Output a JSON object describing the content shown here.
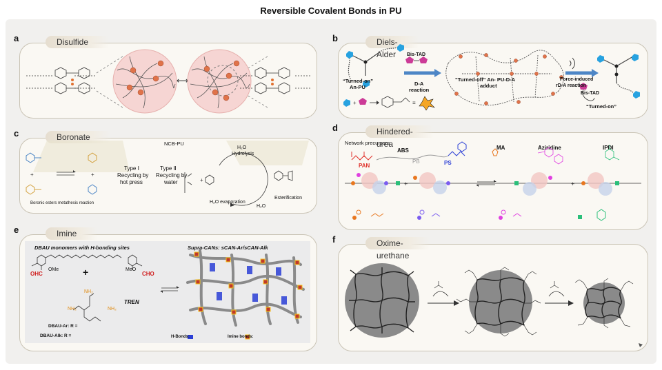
{
  "title": "Reversible Covalent Bonds in PU",
  "panels": {
    "a": {
      "letter": "a",
      "name": "Disulfide"
    },
    "b": {
      "letter": "b",
      "name": "Diels-Alder",
      "turned_on_left": "“Turned-on”",
      "an_pu": "An-PU",
      "bis_tad": "Bis-TAD",
      "da_reaction": "D-A",
      "da_reaction2": "reaction",
      "turned_off": "“Turned-off” An- PU-D-A",
      "adduct": "adduct",
      "force": "Force-induced",
      "rda": "rD-A reaction",
      "bis_tad2": "Bis-TAD",
      "turned_on_right": "“Turned-on”"
    },
    "c": {
      "letter": "c",
      "name": "Boronate",
      "ncb": "NCB-PU",
      "type1": "Type Ⅰ",
      "type1_desc1": "Recycling by",
      "type1_desc2": "hot press",
      "type2": "Type Ⅱ",
      "type2_desc1": "Recycling by",
      "type2_desc2": "water",
      "hydrolysis": "Hydrolysis",
      "esterification": "Esterification",
      "h2o_evap": "H₂O evaporation",
      "h2o": "H₂O",
      "h2o_top": "H₂O",
      "metathesis": "Boronic esters metathesis reaction"
    },
    "d": {
      "letter": "d",
      "name": "Hindered-urea",
      "precursors": "Network precursors",
      "abs": "ABS",
      "pb": "PB",
      "pan": "PAN",
      "ps": "PS",
      "ma": "MA",
      "aziridine": "Aziridine",
      "ipdi": "IPDI"
    },
    "e": {
      "letter": "e",
      "name": "Imine",
      "dbau": "DBAU monomers with H-bonding sites",
      "supra": "Supra-CANs: sCAN-Ar/sCAN-Alk",
      "cho_left": "OHC",
      "ome_left": "OMe",
      "meo_right": "MeO",
      "cho_right": "CHO",
      "plus": "+",
      "tren": "TREN",
      "nh2a": "NH₂",
      "nh2b": "NH₂",
      "nh2c": "NH₂",
      "dbau_ar": "DBAU-Ar: R =",
      "dbau_alk": "DBAU-Alk: R =",
      "hbonds": "H-Bonds:",
      "imine_bonds": "Imine bonds:"
    },
    "f": {
      "letter": "f",
      "name": "Oxime-urethane"
    }
  },
  "colors": {
    "pan": "#e0322c",
    "ps": "#2b3fd6",
    "ma": "#e8771f",
    "aziridine": "#e040e0",
    "ipdi": "#2bbf7a",
    "hex_blue": "#27a2e0",
    "pentagon_pink": "#cc3b97",
    "arrow_blue": "#4d86c6",
    "cho_red": "#d02020",
    "tren_orange": "#e08a10"
  }
}
